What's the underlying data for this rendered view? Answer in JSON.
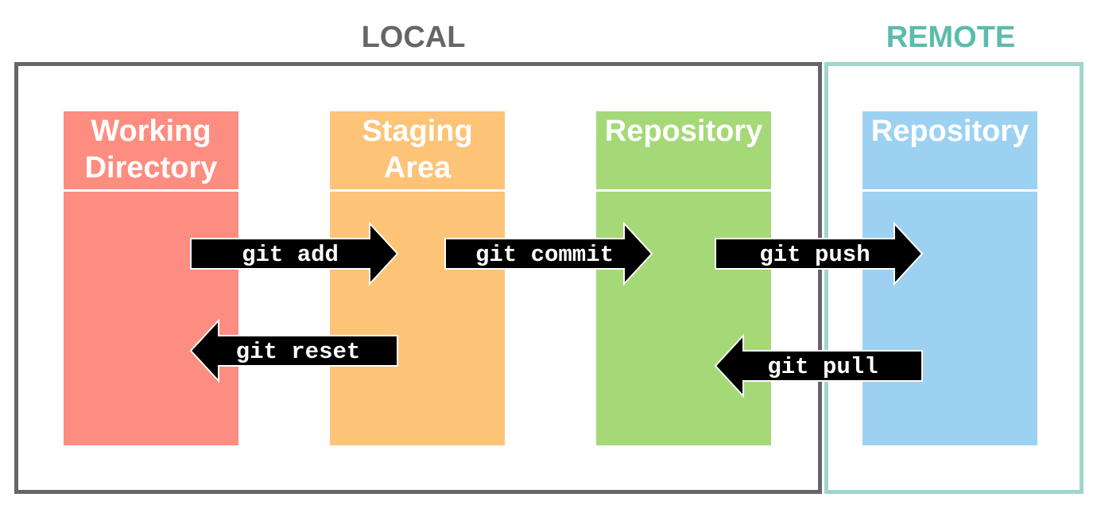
{
  "sections": {
    "local": "LOCAL",
    "remote": "REMOTE"
  },
  "columns": {
    "working_directory": "Working Directory",
    "staging_area": "Staging Area",
    "local_repository": "Repository",
    "remote_repository": "Repository"
  },
  "commands": {
    "add": "git add",
    "commit": "git commit",
    "push": "git push",
    "reset": "git reset",
    "pull": "git pull"
  },
  "colors": {
    "local_frame": "#666666",
    "remote_frame": "#9fd6cb",
    "remote_label": "#5bbcaa",
    "working_directory": "#fd8d80",
    "staging_area": "#fdc377",
    "local_repository": "#a5d977",
    "remote_repository": "#9dd1f2",
    "arrow": "#000000"
  }
}
